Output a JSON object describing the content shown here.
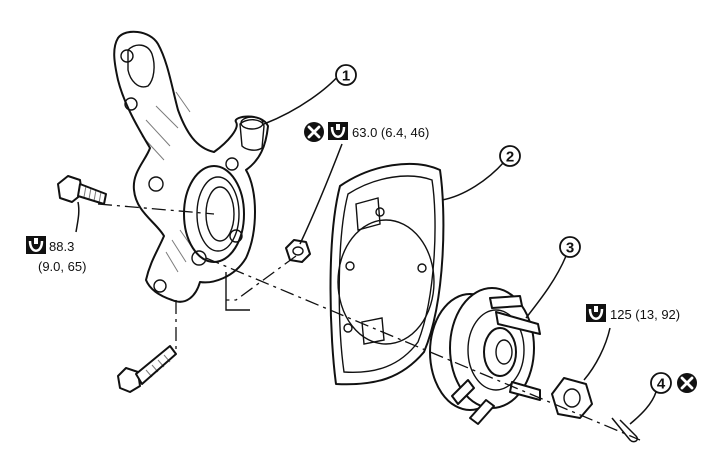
{
  "callouts": [
    {
      "id": "1",
      "text": "1"
    },
    {
      "id": "2",
      "text": "2"
    },
    {
      "id": "3",
      "text": "3"
    },
    {
      "id": "4",
      "text": "4"
    }
  ],
  "torque_specs": {
    "knuckle_nut": "63.0 (6.4, 46)",
    "knuckle_bolt_line1": "88.3",
    "knuckle_bolt_line2": "(9.0, 65)",
    "hub_nut": "125 (13, 92)"
  },
  "icons": {
    "torque": "torque-wrench-icon",
    "replace": "do-not-reuse-icon"
  }
}
